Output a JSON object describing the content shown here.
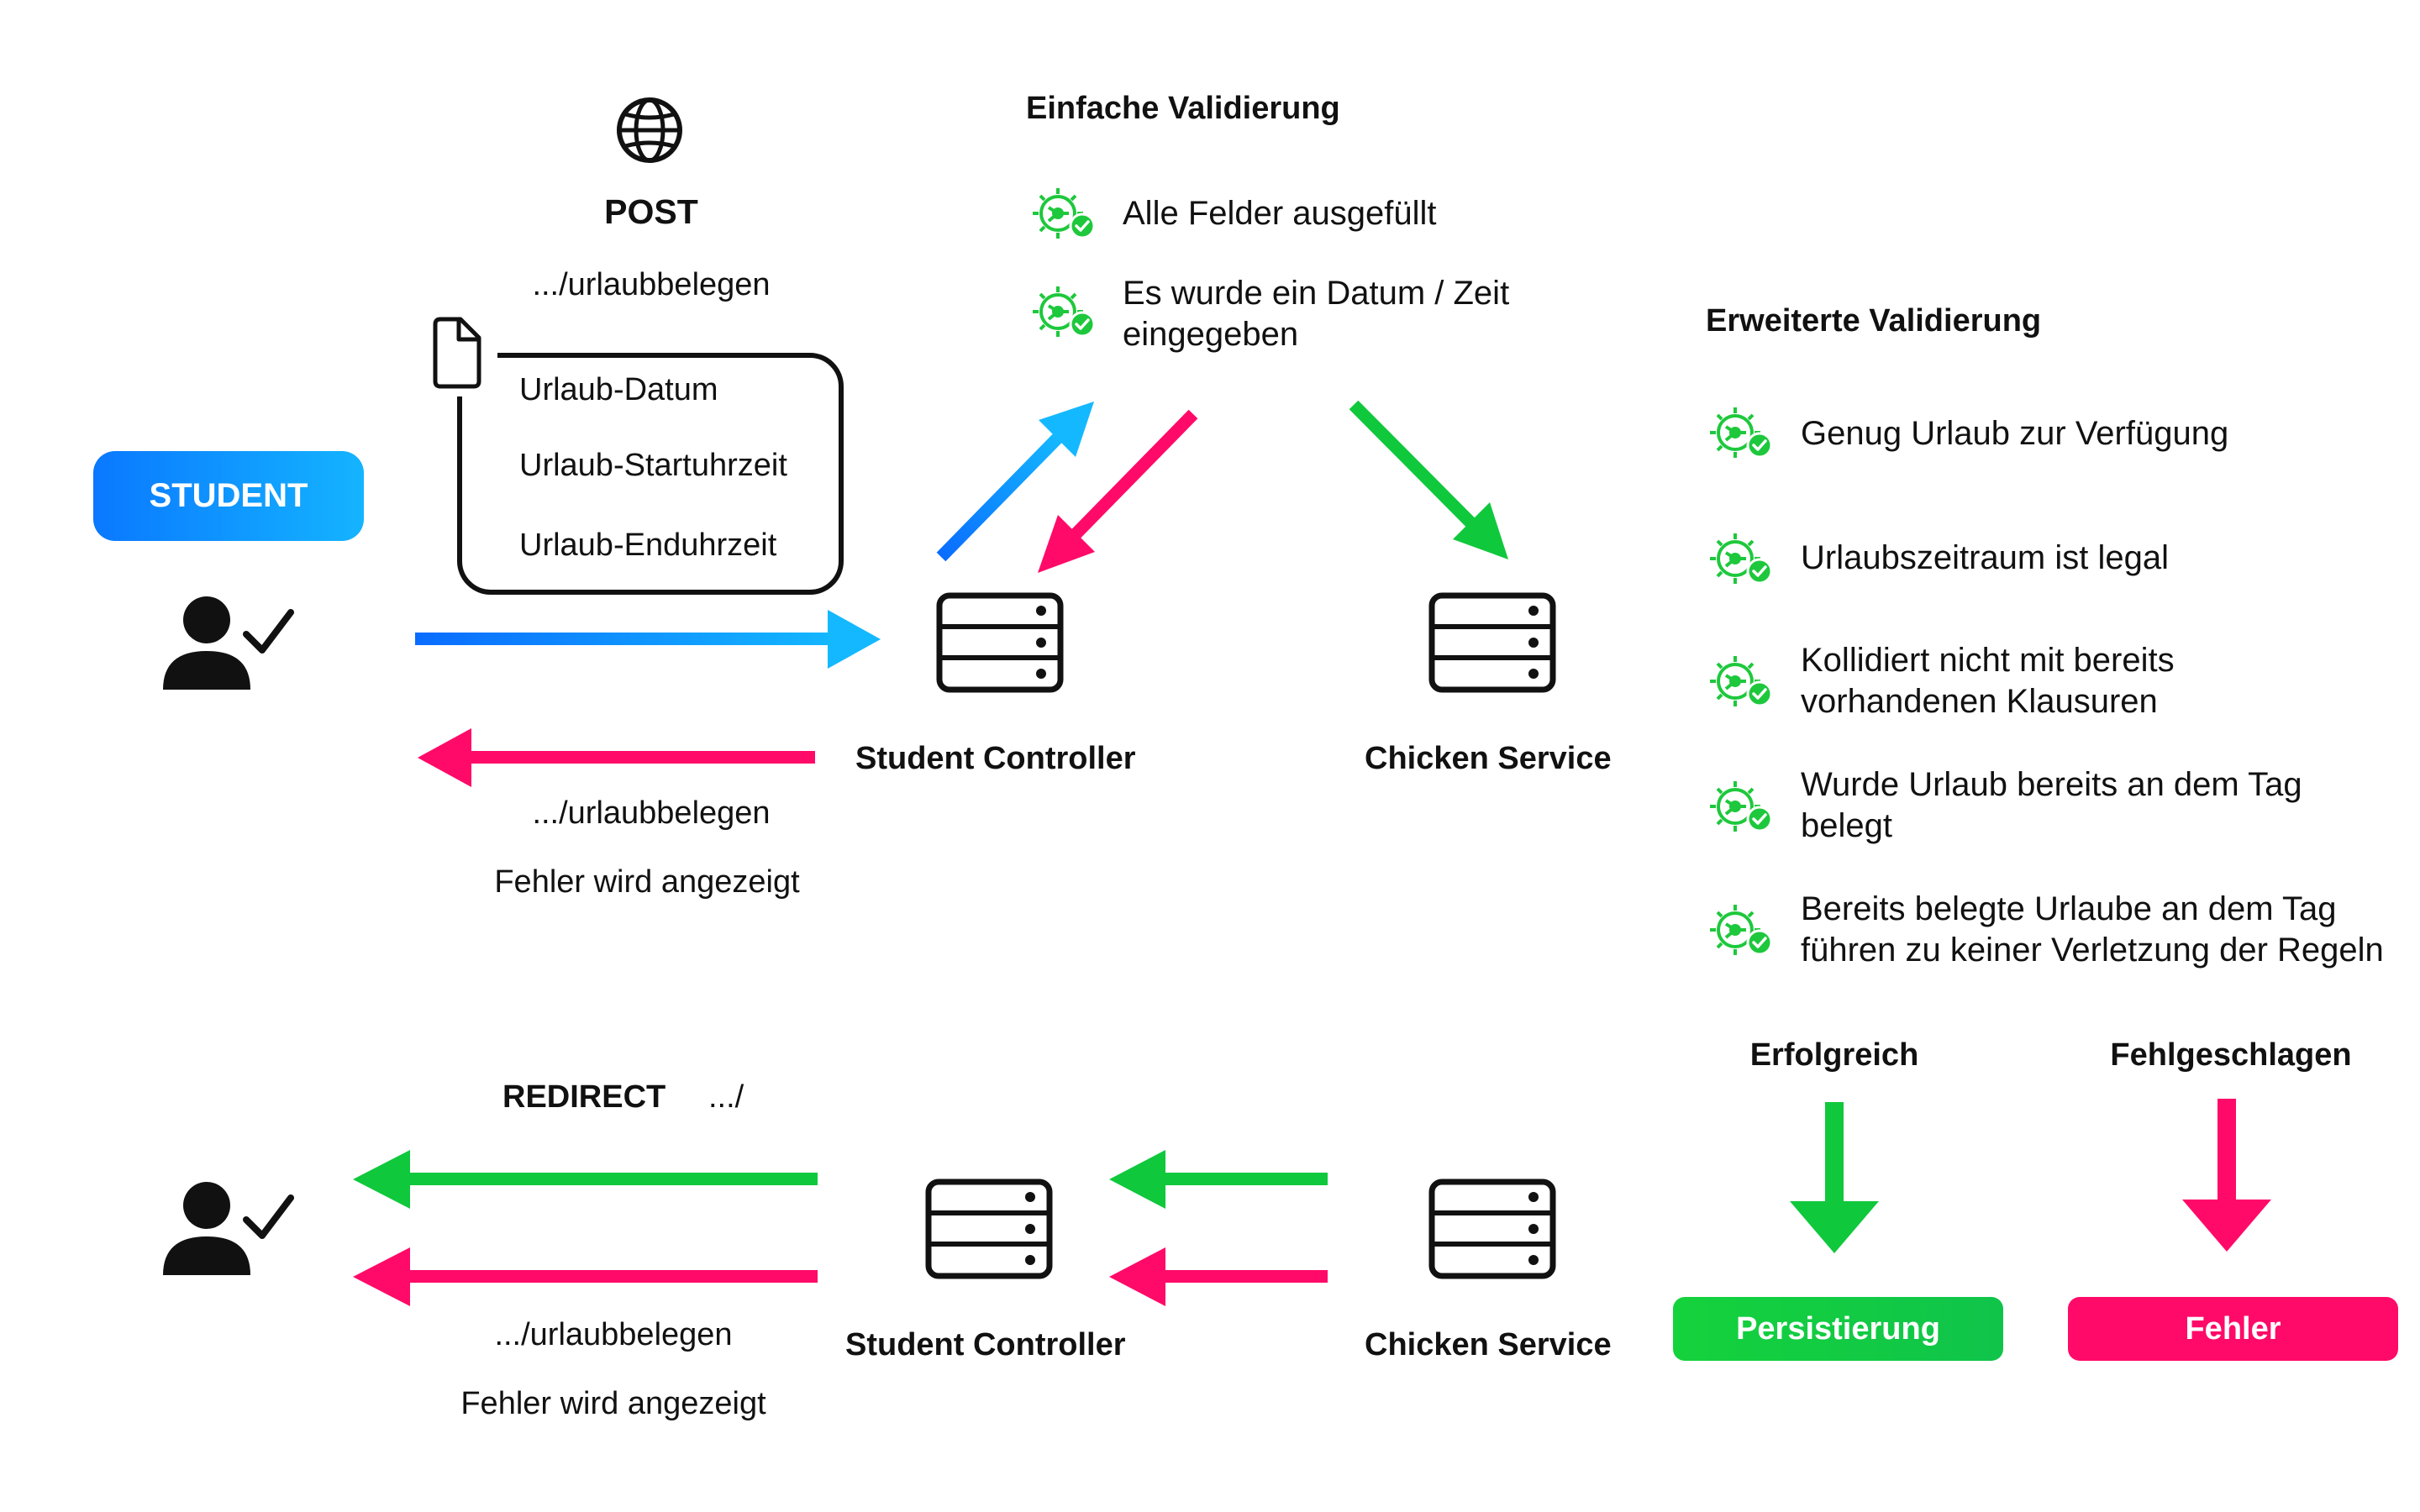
{
  "request": {
    "method": "POST",
    "endpoint": ".../urlaubbelegen",
    "fields": [
      "Urlaub-Datum",
      "Urlaub-Startuhrzeit",
      "Urlaub-Enduhrzeit"
    ]
  },
  "actor": {
    "label": "STUDENT"
  },
  "nodes": {
    "controller": "Student Controller",
    "service": "Chicken Service"
  },
  "error_response": {
    "endpoint": ".../urlaubbelegen",
    "message": "Fehler wird angezeigt"
  },
  "simple_validation": {
    "title": "Einfache Validierung",
    "items": [
      [
        "Alle Felder ausgefüllt"
      ],
      [
        "Es wurde ein Datum / Zeit",
        "eingegeben"
      ]
    ]
  },
  "extended_validation": {
    "title": "Erweiterte Validierung",
    "items": [
      [
        "Genug Urlaub zur Verfügung"
      ],
      [
        "Urlaubszeitraum ist legal"
      ],
      [
        "Kollidiert nicht mit bereits",
        "vorhandenen Klausuren"
      ],
      [
        "Wurde Urlaub bereits an dem Tag",
        "belegt"
      ],
      [
        "Bereits belegte Urlaube an dem Tag",
        "führen zu keiner Verletzung der Regeln"
      ]
    ]
  },
  "outcomes": {
    "success_label": "Erfolgreich",
    "failure_label": "Fehlgeschlagen",
    "success_result": "Persistierung",
    "failure_result": "Fehler"
  },
  "redirect": {
    "label": "REDIRECT",
    "target": ".../",
    "error_endpoint": ".../urlaubbelegen",
    "error_message": "Fehler wird angezeigt"
  },
  "colors": {
    "blue_start": "#0a6cff",
    "blue_end": "#14b8ff",
    "pink": "#ff0a69",
    "green": "#10c83c",
    "check_green": "#1ec83c"
  },
  "icons": [
    "globe-icon",
    "document-icon",
    "user-check-icon",
    "server-icon",
    "gear-check-icon"
  ]
}
